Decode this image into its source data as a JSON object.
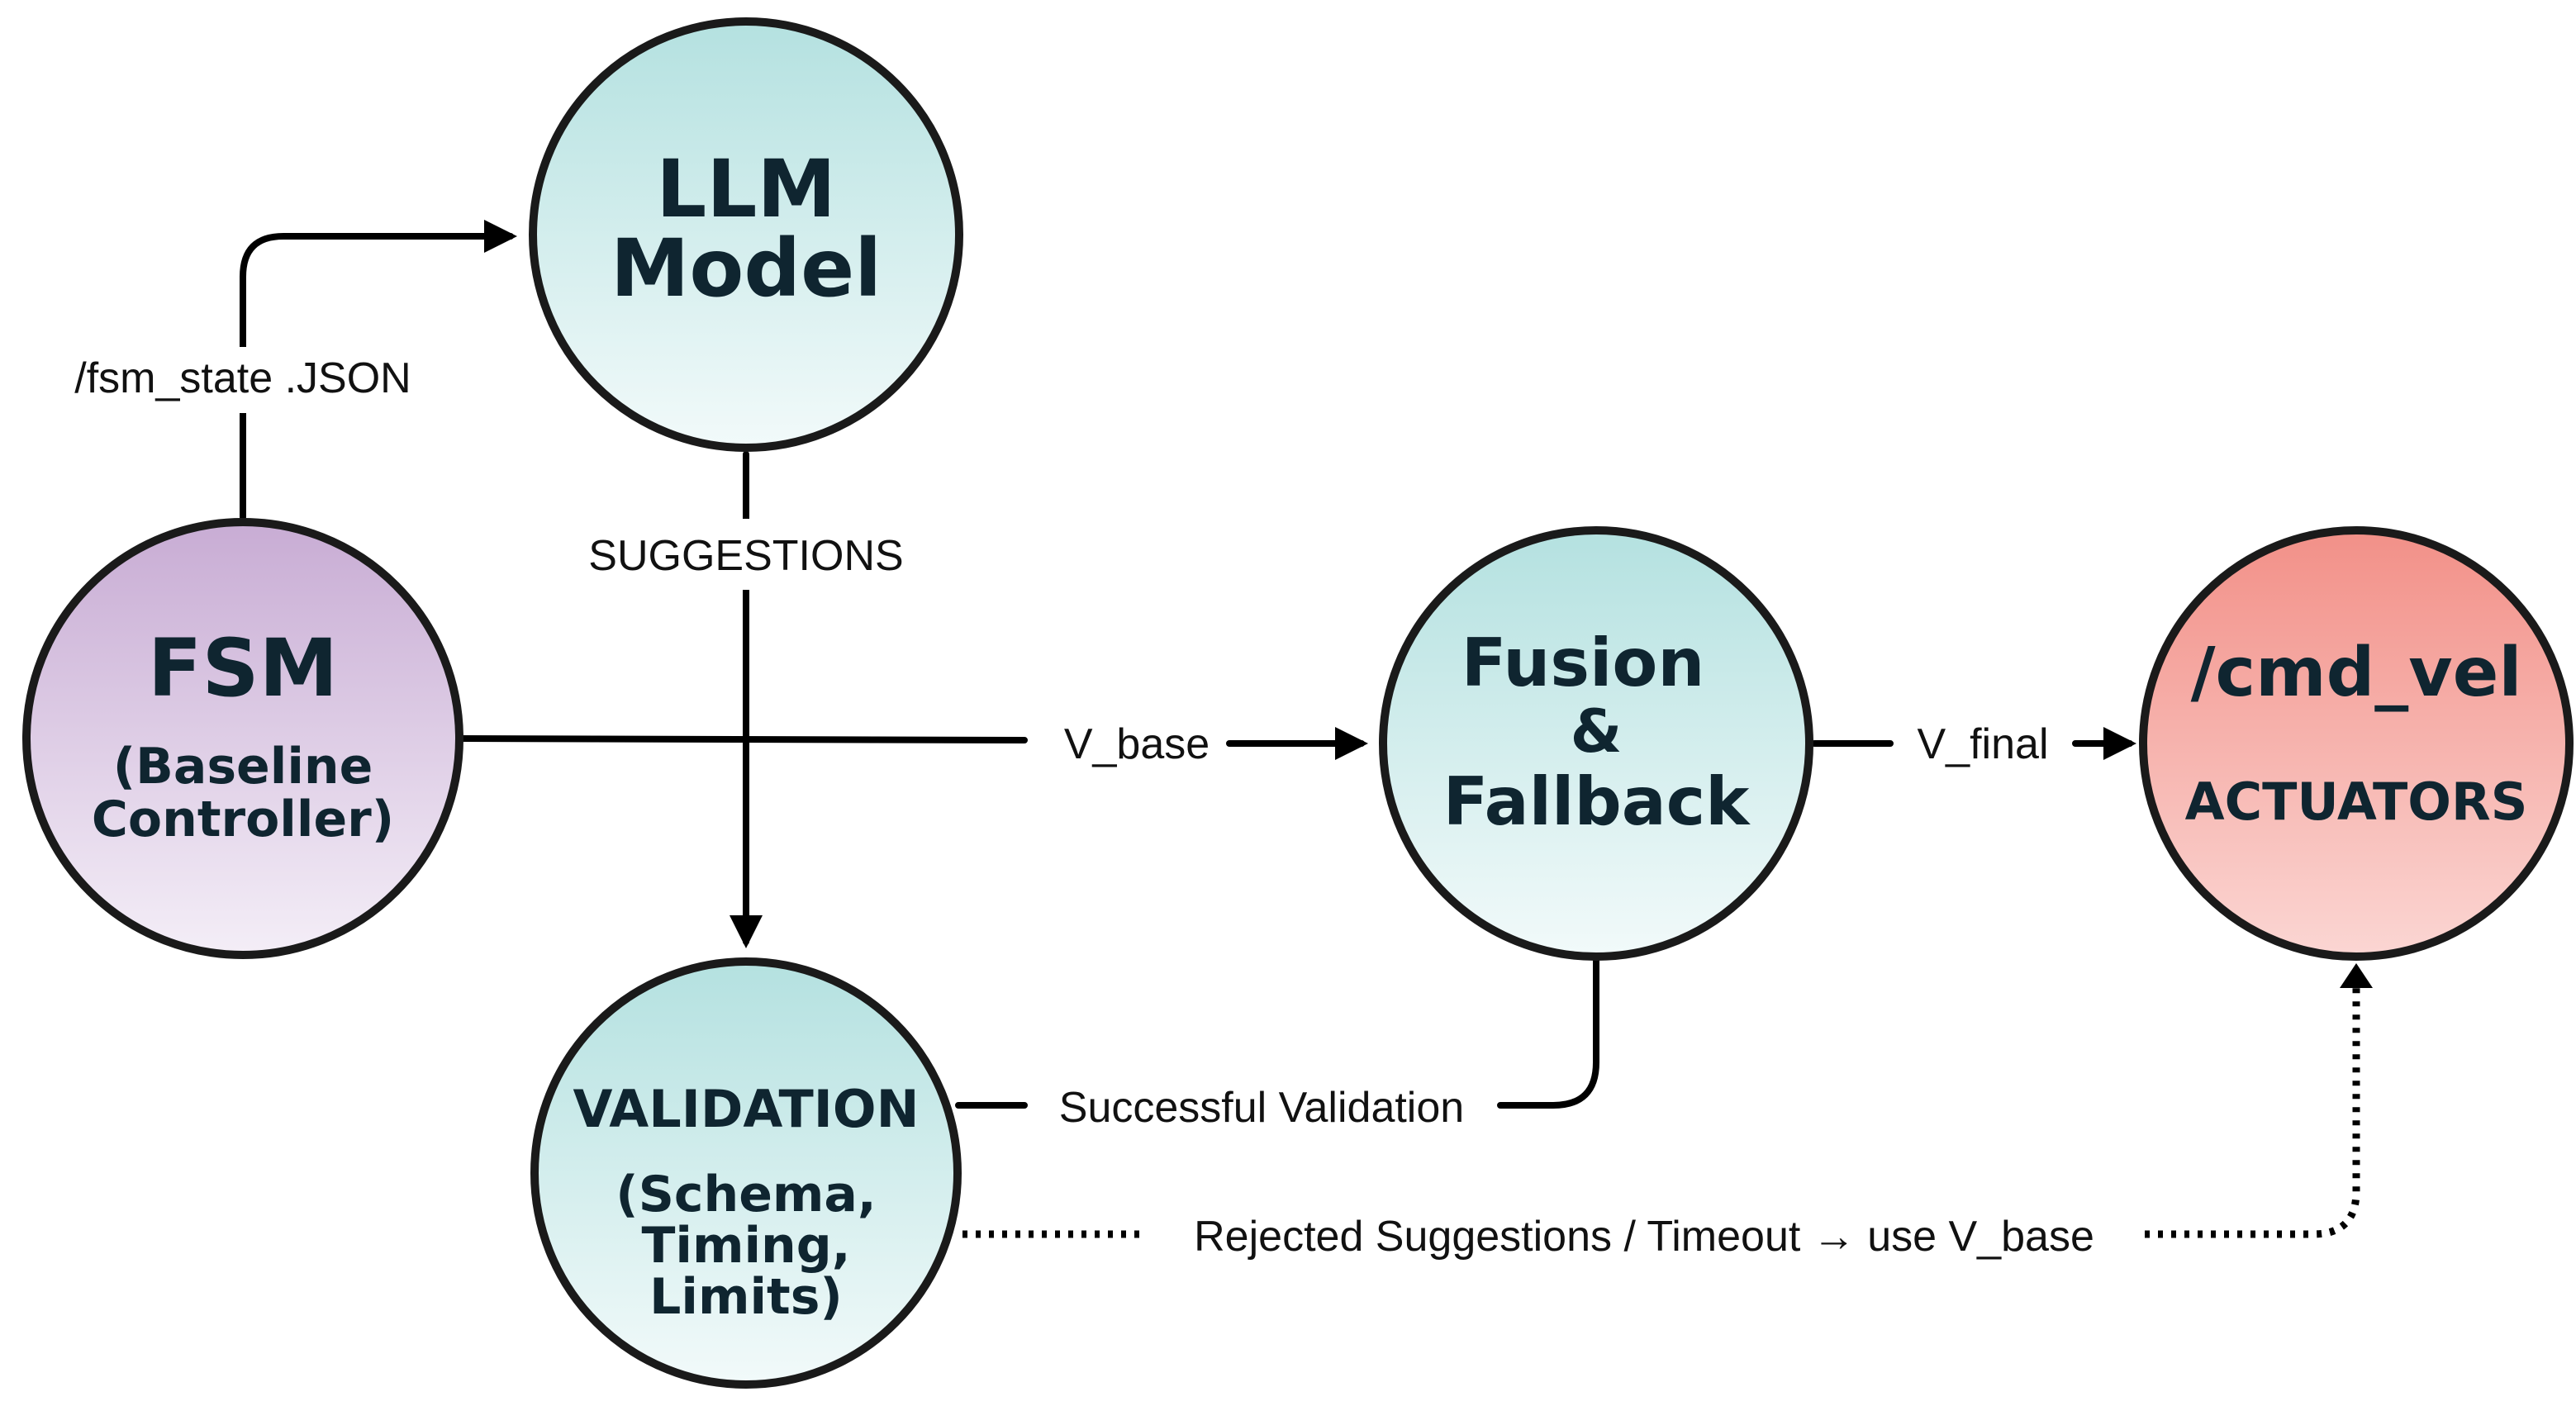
{
  "colors": {
    "teal_top": "#b4e1e0",
    "teal_bottom": "#f2fafa",
    "purple_top": "#c8acd4",
    "purple_bottom": "#f4eef7",
    "red_top": "#f29088",
    "red_bottom": "#fbd6d3",
    "stroke": "#1a1a1a",
    "text_dark": "#0f2530"
  },
  "nodes": {
    "llm": {
      "line1": "LLM",
      "line2": "Model"
    },
    "fsm": {
      "line1": "FSM",
      "line2": "(Baseline",
      "line3": "Controller)"
    },
    "fusion": {
      "line1": "Fusion",
      "line2": "&",
      "line3": "Fallback"
    },
    "cmd": {
      "line1": "/cmd_vel",
      "line2": "ACTUATORS"
    },
    "validation": {
      "line1": "VALIDATION",
      "line2": "(Schema,",
      "line3": "Timing,",
      "line4": "Limits)"
    }
  },
  "edges": {
    "fsm_to_llm": "/fsm_state  .JSON",
    "llm_to_validation": "SUGGESTIONS",
    "fsm_to_fusion": "V_base",
    "fusion_to_cmd": "V_final",
    "validation_to_fusion": "Successful Validation",
    "validation_to_cmd": "Rejected Suggestions / Timeout → use V_base"
  }
}
